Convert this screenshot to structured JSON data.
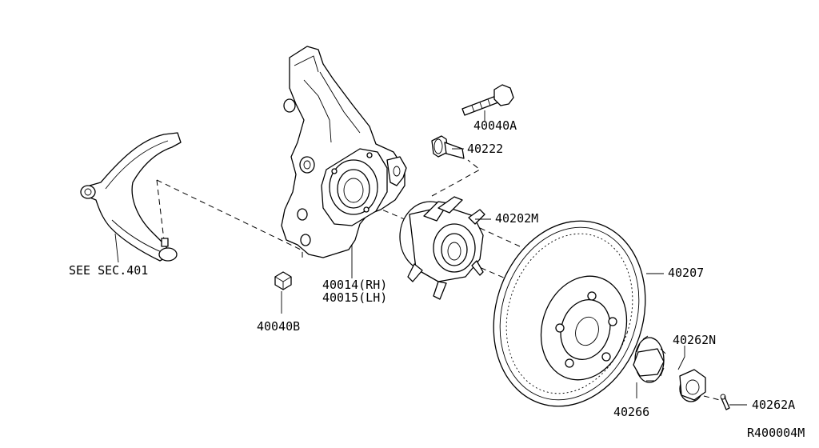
{
  "labels": {
    "see_sec": "SEE SEC.401",
    "p40040a": "40040A",
    "p40222": "40222",
    "p40202m": "40202M",
    "p40207": "40207",
    "p40014": "40014(RH)",
    "p40015": "40015(LH)",
    "p40040b": "40040B",
    "p40262n": "40262N",
    "p40266": "40266",
    "p40262a": "40262A",
    "ref": "R400004M"
  },
  "colors": {
    "line": "#000000",
    "background": "#ffffff"
  }
}
